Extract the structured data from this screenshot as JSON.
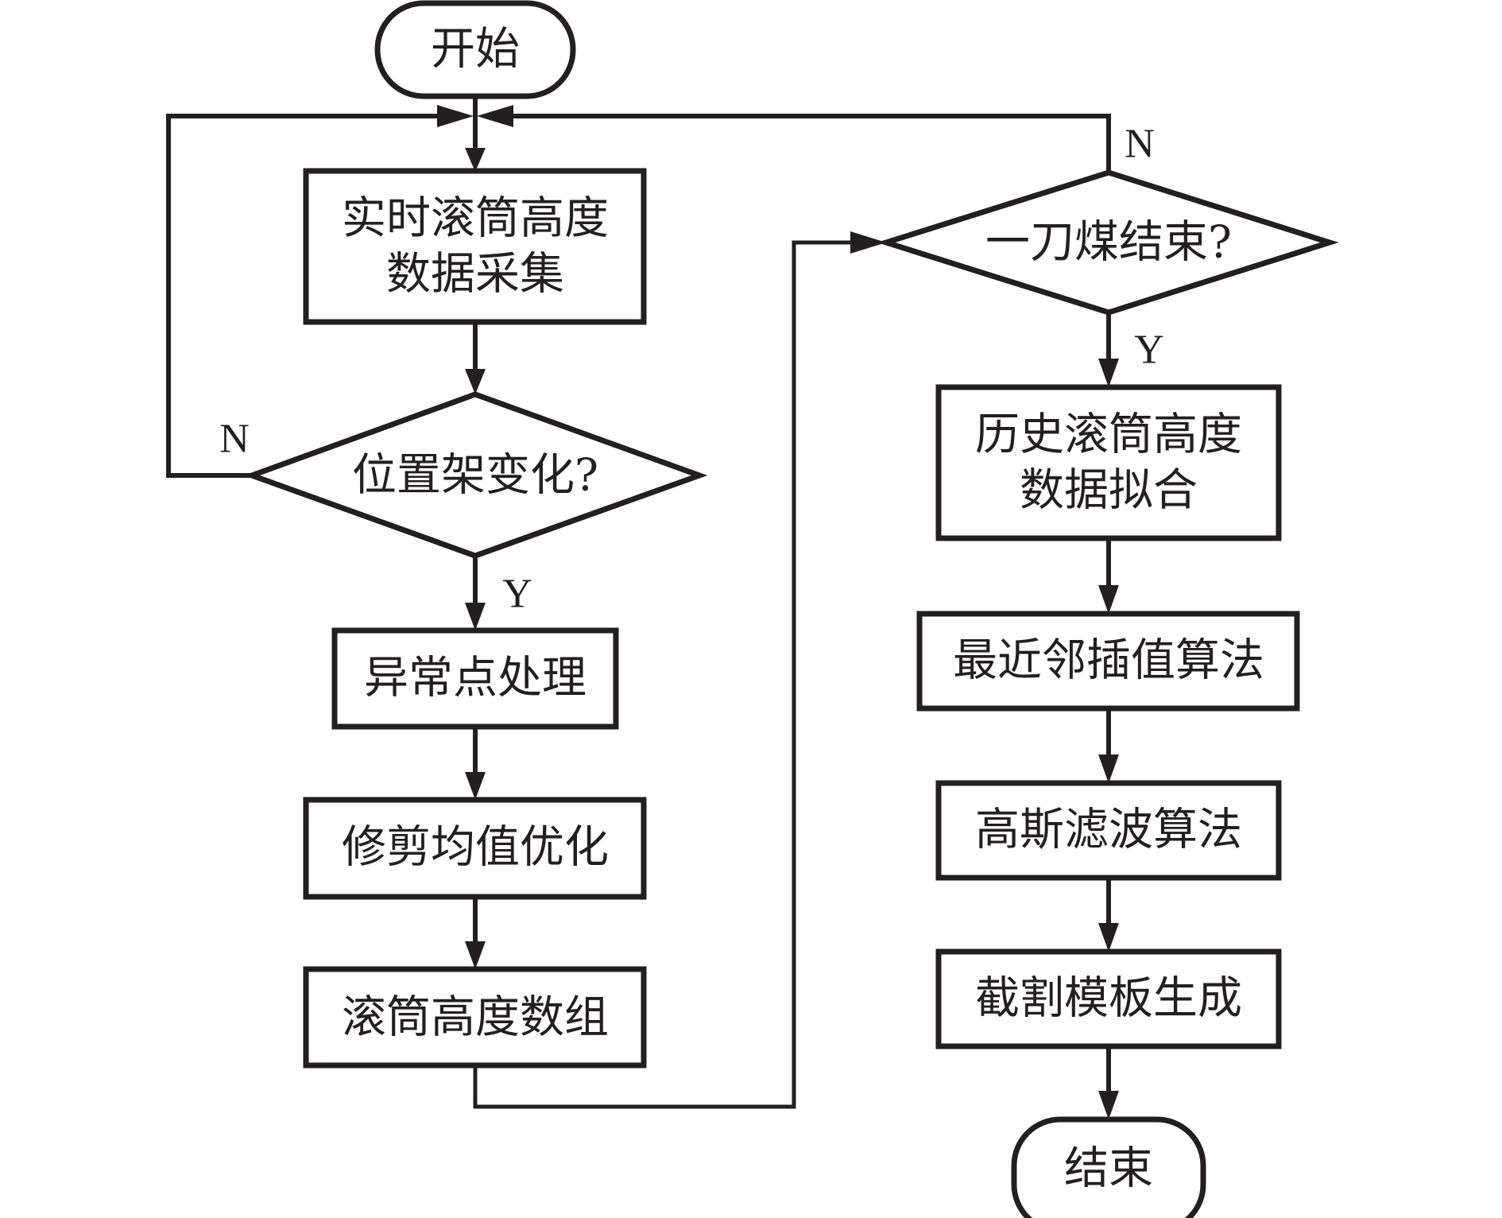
{
  "flowchart": {
    "start": {
      "label": "开始"
    },
    "end": {
      "label": "结束"
    },
    "left_column": [
      {
        "label_lines": [
          "实时滚筒高度",
          "数据采集"
        ]
      },
      {
        "label": "位置架变化?",
        "yes": "Y",
        "no": "N"
      },
      {
        "label": "异常点处理"
      },
      {
        "label": "修剪均值优化"
      },
      {
        "label": "滚筒高度数组"
      }
    ],
    "right_column": [
      {
        "label": "一刀煤结束?",
        "yes": "Y",
        "no": "N"
      },
      {
        "label_lines": [
          "历史滚筒高度",
          "数据拟合"
        ]
      },
      {
        "label": "最近邻插值算法"
      },
      {
        "label": "高斯滤波算法"
      },
      {
        "label": "截割模板生成"
      }
    ]
  },
  "colors": {
    "stroke": "#231f20",
    "background": "#ffffff"
  }
}
